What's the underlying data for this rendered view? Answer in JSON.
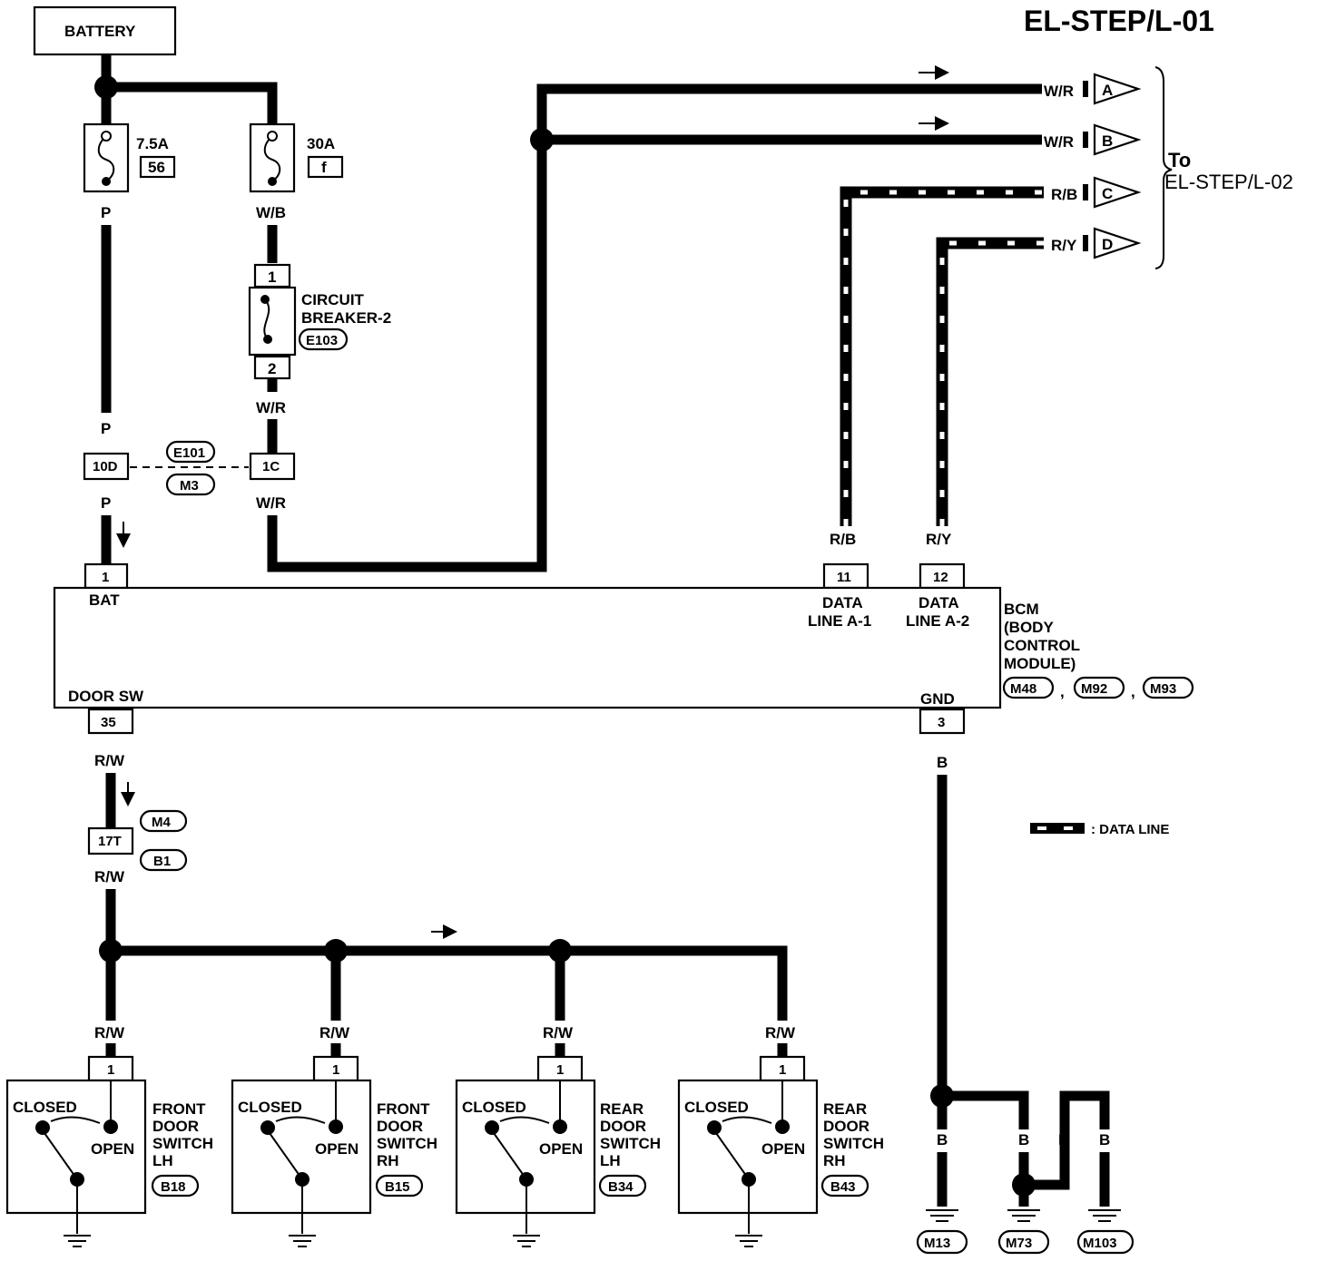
{
  "title": "EL-STEP/L-01",
  "battery_label": "BATTERY",
  "fuses": [
    {
      "rating": "7.5A",
      "number": "56"
    },
    {
      "rating": "30A",
      "number": "f"
    }
  ],
  "circuit_breaker": {
    "label1": "CIRCUIT",
    "label2": "BREAKER-2",
    "connector": "E103",
    "pin_in": "1",
    "pin_out": "2"
  },
  "wire_colors": {
    "p": "P",
    "wb": "W/B",
    "wr": "W/R",
    "rb": "R/B",
    "ry": "R/Y",
    "rw": "R/W",
    "b": "B"
  },
  "connectors": {
    "c10d": "10D",
    "c1c": "1C",
    "e101": "E101",
    "m3": "M3",
    "c17t": "17T",
    "m4": "M4",
    "b1": "B1"
  },
  "outputs": [
    {
      "wire": "W/R",
      "letter": "A"
    },
    {
      "wire": "W/R",
      "letter": "B"
    },
    {
      "wire": "R/B",
      "letter": "C"
    },
    {
      "wire": "R/Y",
      "letter": "D"
    }
  ],
  "to_ref": {
    "to": "To",
    "page": "EL-STEP/L-02"
  },
  "bcm": {
    "pins": {
      "bat": "1",
      "data1": "11",
      "data2": "12",
      "door": "35",
      "gnd": "3"
    },
    "pin_labels": {
      "bat": "BAT",
      "data1_a": "DATA",
      "data1_b": "LINE A-1",
      "data2_a": "DATA",
      "data2_b": "LINE A-2",
      "door": "DOOR SW",
      "gnd": "GND"
    },
    "name_lines": [
      "BCM",
      "(BODY",
      "CONTROL",
      "MODULE)"
    ],
    "connectors": [
      "M48",
      "M92",
      "M93"
    ],
    "separator": ","
  },
  "legend": {
    "text": ": DATA LINE"
  },
  "switch_common": {
    "closed": "CLOSED",
    "open": "OPEN",
    "pin": "1"
  },
  "switches": [
    {
      "l1": "FRONT",
      "l2": "DOOR",
      "l3": "SWITCH",
      "l4": "LH",
      "conn": "B18"
    },
    {
      "l1": "FRONT",
      "l2": "DOOR",
      "l3": "SWITCH",
      "l4": "RH",
      "conn": "B15"
    },
    {
      "l1": "REAR",
      "l2": "DOOR",
      "l3": "SWITCH",
      "l4": "LH",
      "conn": "B34"
    },
    {
      "l1": "REAR",
      "l2": "DOOR",
      "l3": "SWITCH",
      "l4": "RH",
      "conn": "B43"
    }
  ],
  "grounds": [
    "M13",
    "M73",
    "M103"
  ]
}
